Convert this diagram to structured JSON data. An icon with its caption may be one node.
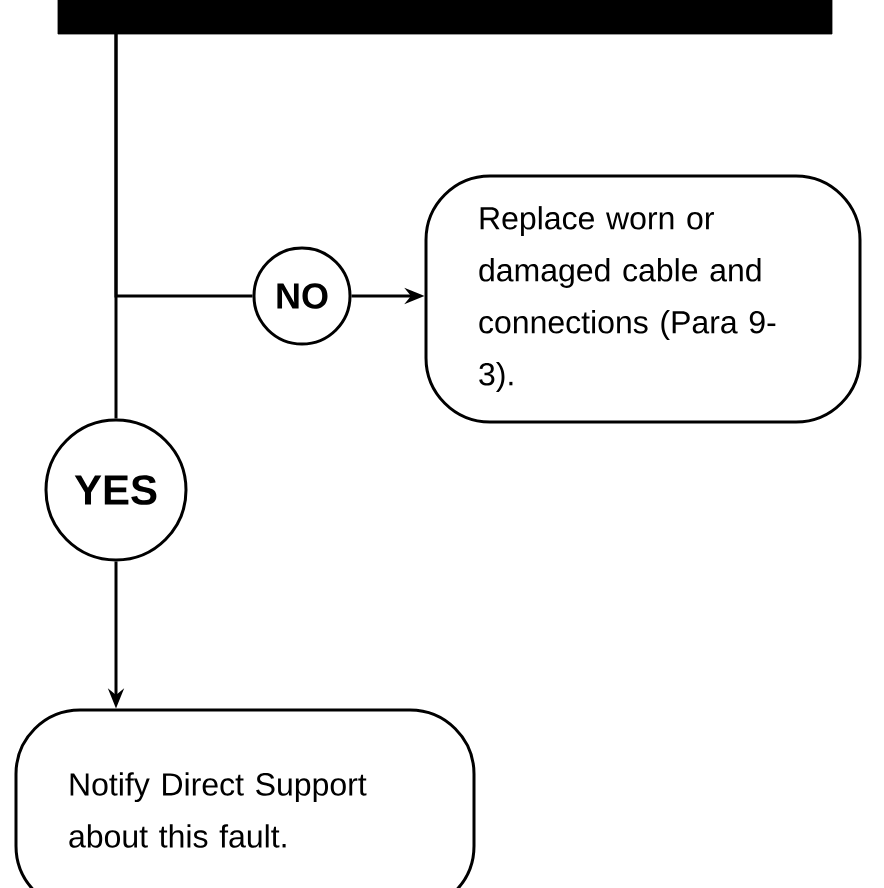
{
  "diagram": {
    "nodes": [
      {
        "text": [],
        "shape": "bar"
      },
      {
        "text": [
          "NO"
        ]
      },
      {
        "text": [
          "Replace worn or damaged cable and connections (Para 9-3)."
        ]
      },
      {
        "text": [
          "YES"
        ]
      },
      {
        "text": [
          "Notify Direct Support about this fault."
        ]
      }
    ],
    "edges": [
      {
        "from": 0,
        "to": 1,
        "arrow": "none"
      },
      {
        "from": 1,
        "to": 2,
        "arrow": "to"
      },
      {
        "from": 0,
        "to": 3,
        "arrow": "none"
      },
      {
        "from": 3,
        "to": 4,
        "arrow": "to"
      }
    ]
  }
}
